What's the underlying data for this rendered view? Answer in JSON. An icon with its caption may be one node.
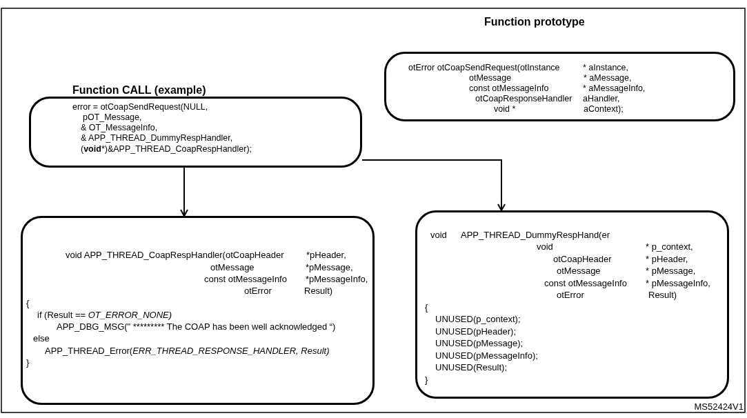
{
  "diagram": {
    "nodes": [
      {
        "text": [
          "Function prototype",
          "otError otCoapSendRequest(otInstance",
          "* aInstance,",
          "otMessage",
          "* aMessage,",
          "const otMessageInfo",
          "* aMessageInfo,",
          "otCoapResponseHandler",
          "aHandler,",
          "void *",
          "aContext);"
        ]
      },
      {
        "text": [
          "Function CALL (example)",
          "error = otCoapSendRequest(NULL,",
          "pOT_Message,",
          "& OT_MessageInfo,",
          "& APP_THREAD_DummyRespHandler,",
          "(**void***)&APP_THREAD_CoapRespHandler);"
        ]
      },
      {
        "text": [
          "void APP_THREAD_CoapRespHandler(otCoapHeader",
          "*pHeader,",
          "otMessage",
          "*pMessage,",
          "const otMessageInfo",
          "*pMessageInfo,",
          "otError",
          "Result)",
          "{",
          "if (Result == *OT_ERROR_NONE)*",
          "APP_DBG_MSG(\" ********* The COAP has been well acknowledged “)",
          "else",
          "APP_THREAD_Error(*ERR_THREAD_RESPONSE_HANDLER, Result)*",
          "}"
        ]
      },
      {
        "text": [
          "void",
          "APP_THREAD_DummyRespHand(er",
          "void",
          "* p_context,",
          "otCoapHeader",
          "* pHeader,",
          "otMessage",
          "* pMessage,",
          "const otMessageInfo",
          "* pMessageInfo,",
          "otError",
          "Result)",
          "{",
          "UNUSED(p_context);",
          "UNUSED(pHeader);",
          "UNUSED(pMessage);",
          "UNUSED(pMessageInfo);",
          "UNUSED(Result);",
          "}"
        ]
      }
    ],
    "edges": [
      {
        "from": 1,
        "to": 2,
        "arrow": "to"
      },
      {
        "from": 1,
        "to": 3,
        "arrow": "to"
      }
    ],
    "labels": [
      "MS52424V1"
    ]
  }
}
